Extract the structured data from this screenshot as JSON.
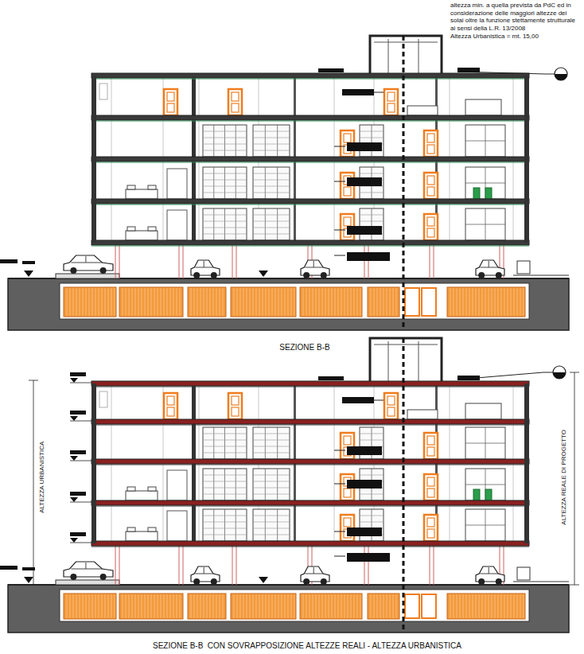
{
  "diagram": {
    "caption": "SEZIONE B-B  CON SOVRAPPOSIZIONE ALTEZZE REALI - ALTEZZA URBANISTICA",
    "labels": [
      "altezza min. a quella prevista da PdC ed in considerazione delle maggiori altezze dei solai oltre la funzione stettamente strutturale ai sensi della L.R. 13/2008",
      "Altezza Urbanistica = mt. 15,00",
      "SEZIONE B-B",
      "ALTEZZA URBANISTICA",
      "ALTEZZA REALE DI PROGETTO"
    ]
  }
}
